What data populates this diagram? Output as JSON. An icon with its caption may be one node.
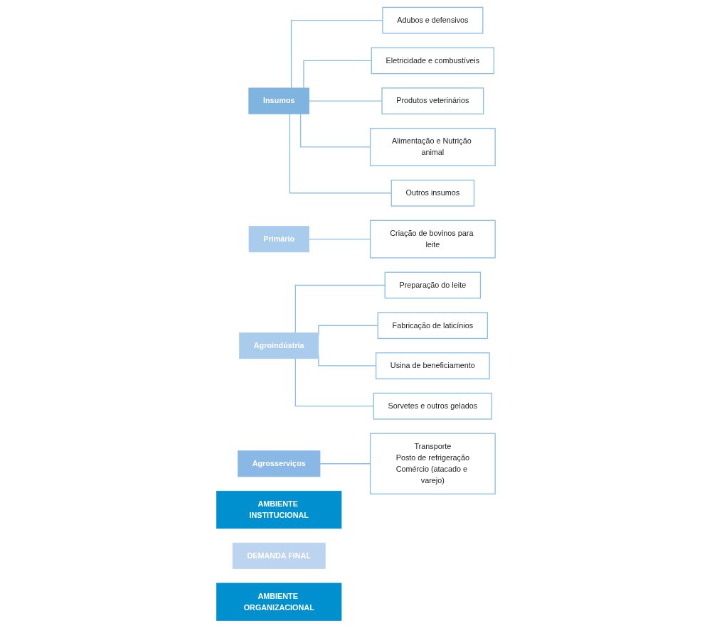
{
  "diagram": {
    "nodes": [
      {
        "text": [
          "AMBIENTE INSTITUCIONAL"
        ]
      },
      {
        "text": [
          "Insumos"
        ]
      },
      {
        "text": [
          "Adubos e defensivos"
        ]
      },
      {
        "text": [
          "Eletricidade e combustíveis"
        ]
      },
      {
        "text": [
          "Produtos veterinários"
        ]
      },
      {
        "text": [
          "Alimentação e Nutrição animal"
        ]
      },
      {
        "text": [
          "Outros insumos"
        ]
      },
      {
        "text": [
          "Primário"
        ]
      },
      {
        "text": [
          "Criação de bovinos para leite"
        ]
      },
      {
        "text": [
          "Agroindústria"
        ]
      },
      {
        "text": [
          "Preparação do leite"
        ]
      },
      {
        "text": [
          "Fabricação de laticínios"
        ]
      },
      {
        "text": [
          "Usina de beneficiamento"
        ]
      },
      {
        "text": [
          "Sorvetes e outros gelados"
        ]
      },
      {
        "text": [
          "Agrosserviços"
        ]
      },
      {
        "text": [
          "Transporte",
          "Posto de refrigeração",
          "Comércio (atacado e varejo)"
        ]
      },
      {
        "text": [
          "DEMANDA FINAL"
        ]
      },
      {
        "text": [
          "AMBIENTE ORGANIZACIONAL"
        ]
      }
    ],
    "edges": [
      {
        "from": 1,
        "to": 2,
        "arrow": "none"
      },
      {
        "from": 1,
        "to": 3,
        "arrow": "none"
      },
      {
        "from": 1,
        "to": 4,
        "arrow": "none"
      },
      {
        "from": 1,
        "to": 5,
        "arrow": "none"
      },
      {
        "from": 1,
        "to": 6,
        "arrow": "none"
      },
      {
        "from": 7,
        "to": 8,
        "arrow": "none"
      },
      {
        "from": 9,
        "to": 10,
        "arrow": "none"
      },
      {
        "from": 9,
        "to": 11,
        "arrow": "none"
      },
      {
        "from": 9,
        "to": 12,
        "arrow": "none"
      },
      {
        "from": 9,
        "to": 13,
        "arrow": "none"
      },
      {
        "from": 14,
        "to": 15,
        "arrow": "none"
      }
    ]
  }
}
